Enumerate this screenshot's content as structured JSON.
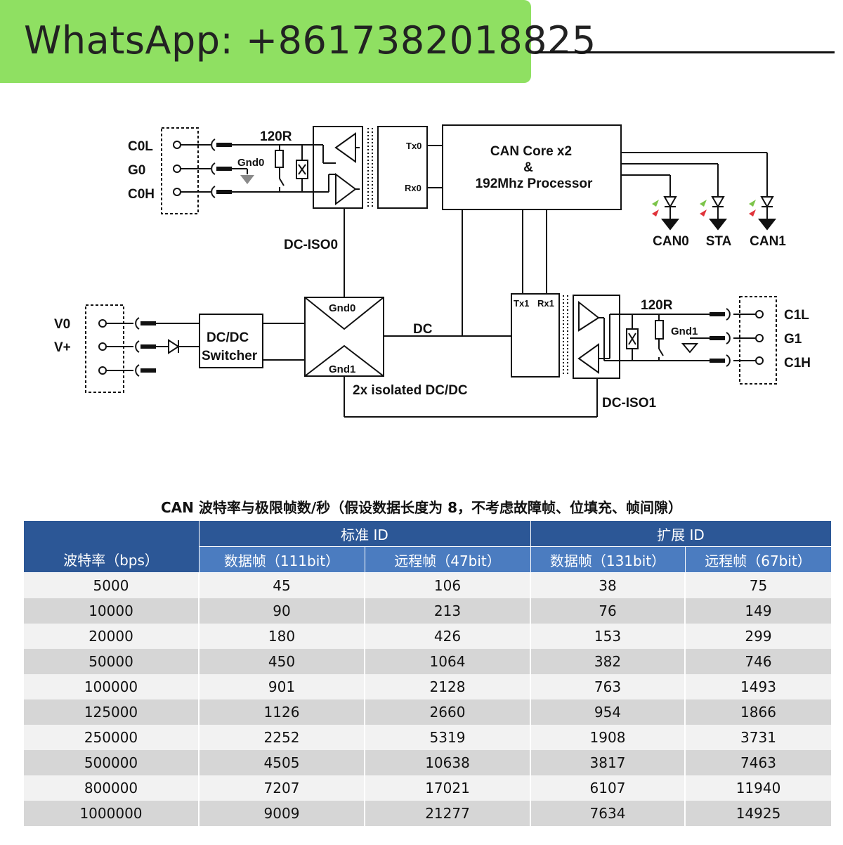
{
  "banner": {
    "text": "WhatsApp: +8617382018825",
    "color": "#8fe062"
  },
  "diagram": {
    "left_connector": {
      "labels": [
        "C0L",
        "G0",
        "C0H"
      ]
    },
    "right_connector": {
      "labels": [
        "C1L",
        "G1",
        "C1H"
      ]
    },
    "power_connector": {
      "labels": [
        "V0",
        "V+"
      ]
    },
    "resistor_label_top": "120R",
    "resistor_label_bottom": "120R",
    "gnd0": "Gnd0",
    "gnd1": "Gnd1",
    "tx0": "Tx0",
    "rx0": "Rx0",
    "tx1": "Tx1",
    "rx1": "Rx1",
    "processor": {
      "line1": "CAN Core x2",
      "line2": "&",
      "line3": "192Mhz Processor"
    },
    "leds": [
      "CAN0",
      "STA",
      "CAN1"
    ],
    "dc_iso0": "DC-ISO0",
    "dc_iso1": "DC-ISO1",
    "dc": "DC",
    "dcdc_switcher": {
      "line1": "DC/DC",
      "line2": "Switcher"
    },
    "isolated_dcdc": "2x isolated DC/DC",
    "iso_gnd0": "Gnd0",
    "iso_gnd1": "Gnd1"
  },
  "table": {
    "title": "CAN 波特率与极限帧数/秒（假设数据长度为 8，不考虑故障帧、位填充、帧间隙）",
    "header_baud": "波特率（bps）",
    "group_standard": "标准 ID",
    "group_extended": "扩展 ID",
    "sub_headers": [
      "数据帧（111bit）",
      "远程帧（47bit）",
      "数据帧（131bit）",
      "远程帧（67bit）"
    ],
    "colors": {
      "header_dark": "#2c5796",
      "header_light": "#4b7cc0",
      "row_odd": "#f2f2f2",
      "row_even": "#d6d6d6"
    },
    "rows": [
      [
        "5000",
        "45",
        "106",
        "38",
        "75"
      ],
      [
        "10000",
        "90",
        "213",
        "76",
        "149"
      ],
      [
        "20000",
        "180",
        "426",
        "153",
        "299"
      ],
      [
        "50000",
        "450",
        "1064",
        "382",
        "746"
      ],
      [
        "100000",
        "901",
        "2128",
        "763",
        "1493"
      ],
      [
        "125000",
        "1126",
        "2660",
        "954",
        "1866"
      ],
      [
        "250000",
        "2252",
        "5319",
        "1908",
        "3731"
      ],
      [
        "500000",
        "4505",
        "10638",
        "3817",
        "7463"
      ],
      [
        "800000",
        "7207",
        "17021",
        "6107",
        "11940"
      ],
      [
        "1000000",
        "9009",
        "21277",
        "7634",
        "14925"
      ]
    ]
  }
}
